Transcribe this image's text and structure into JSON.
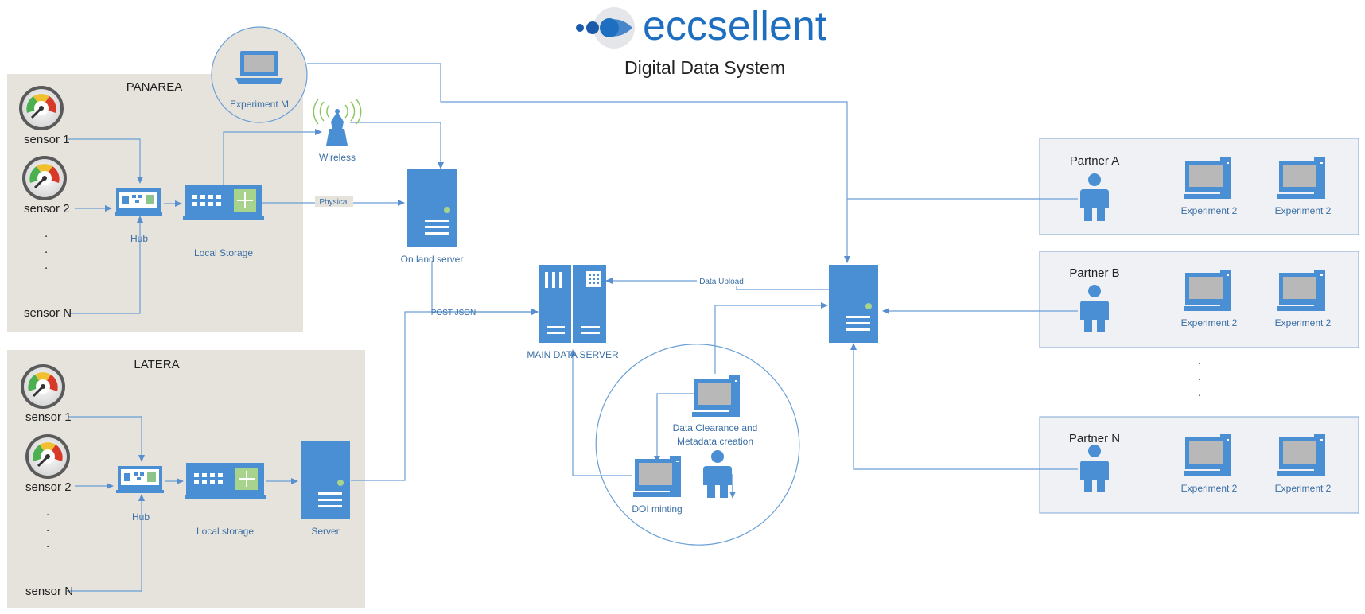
{
  "brand": {
    "name": "eccsellent",
    "subtitle": "Digital Data System"
  },
  "colors": {
    "device": "#4a8fd4",
    "device_dark": "#2f6fb0",
    "line": "#6a9fd6",
    "site_bg": "#e6e3dc",
    "partner_bg": "#f0f1f4",
    "partner_border": "#7fa6d4",
    "screen": "#b8b8b8",
    "text_blue": "#3a6ea5",
    "brand_blue": "#1f6fc0"
  },
  "panarea": {
    "title": "PANAREA",
    "sensors": [
      "sensor 1",
      "sensor 2",
      "sensor N"
    ],
    "ellipsis": [
      ".",
      ".",
      "."
    ],
    "hub": "Hub",
    "storage": "Local Storage",
    "experiment": "Experiment M"
  },
  "latera": {
    "title": "LATERA",
    "sensors": [
      "sensor 1",
      "sensor 2",
      "sensor N"
    ],
    "ellipsis": [
      ".",
      ".",
      "."
    ],
    "hub": "Hub",
    "storage": "Local storage",
    "server": "Server"
  },
  "wireless": "Wireless",
  "on_land_server": "On land server",
  "main_server": "MAIN DATA SERVER",
  "edges": {
    "physical": "Physical",
    "post_json": "POST JSON",
    "data_upload": "Data Upload"
  },
  "curation": {
    "clearance": [
      "Data Clearance and",
      "Metadata creation"
    ],
    "doi": "DOI minting"
  },
  "partners": [
    {
      "name": "Partner A",
      "experiments": [
        "Experiment 2",
        "Experiment 2"
      ]
    },
    {
      "name": "Partner B",
      "experiments": [
        "Experiment 2",
        "Experiment 2"
      ]
    },
    {
      "name": "Partner N",
      "experiments": [
        "Experiment 2",
        "Experiment 2"
      ]
    }
  ],
  "partner_ellipsis": [
    ".",
    ".",
    "."
  ]
}
